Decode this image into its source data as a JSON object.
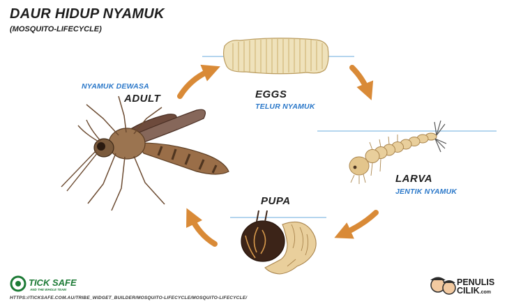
{
  "title": "DAUR HIDUP NYAMUK",
  "subtitle": "(MOSQUITO-LIFECYCLE)",
  "stages": {
    "eggs": {
      "label": "EGGS",
      "sublabel": "TELUR NYAMUK"
    },
    "larva": {
      "label": "LARVA",
      "sublabel": "JENTIK NYAMUK"
    },
    "pupa": {
      "label": "PUPA"
    },
    "adult": {
      "label": "ADULT",
      "sublabel": "NYAMUK DEWASA"
    }
  },
  "arrow_color": "#d98a37",
  "water_line_color": "#9cc7e8",
  "footer": {
    "brand": "TICK SAFE",
    "brand_tag": "AND THE WHOLE TEAM",
    "source_url": "HTTPS://TICKSAFE.COM.AU/TRIBE_WIDGET_BUILDER/MOSQUITO-LIFECYCLE/MOSQUITO-LIFECYCLE/",
    "publisher_line1": "PENULIS",
    "publisher_line2": "CILIK",
    "publisher_suffix": ".com"
  }
}
